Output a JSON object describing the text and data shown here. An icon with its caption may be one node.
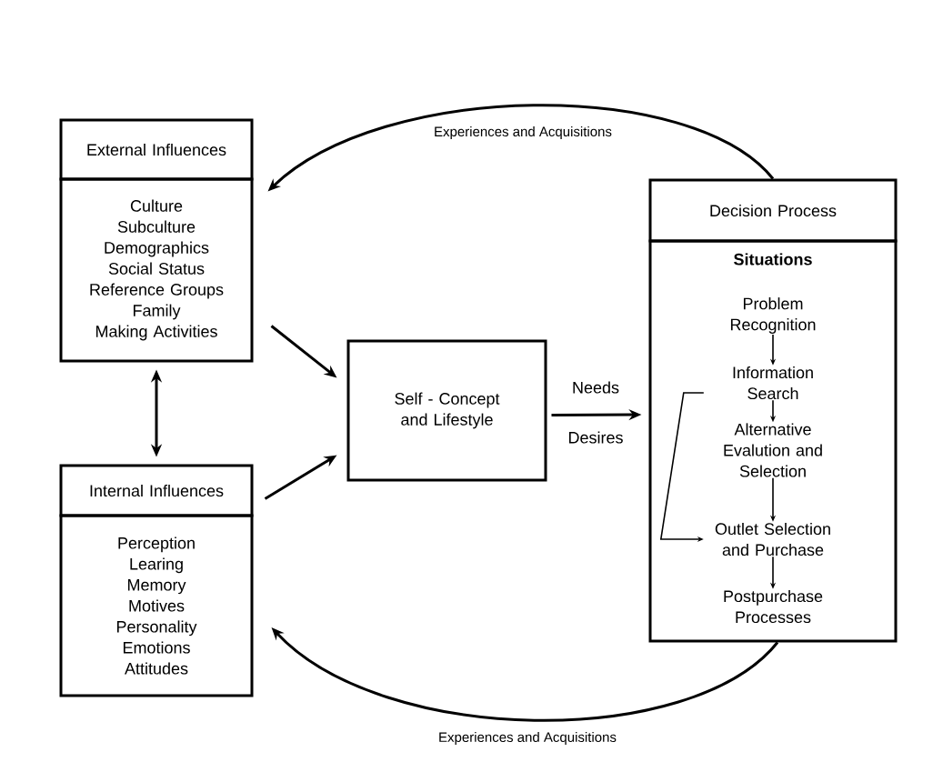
{
  "diagram": {
    "nodes": [
      {
        "text": [
          "External Influences"
        ]
      },
      {
        "text": [
          "Culture",
          "Subculture",
          "Demographics",
          "Social Status",
          "Reference Groups",
          "Family",
          "Making Activities"
        ]
      },
      {
        "text": [
          "Internal Influences"
        ]
      },
      {
        "text": [
          "Perception",
          "Learing",
          "Memory",
          "Motives",
          "Personality",
          "Emotions",
          "Attitudes"
        ]
      },
      {
        "text": [
          "Self - Concept and Lifestyle"
        ]
      },
      {
        "text": [
          "Decision Process"
        ]
      },
      {
        "text": [
          "Situations"
        ]
      },
      {
        "text": [
          "Problem Recognition"
        ],
        "in": 6
      },
      {
        "text": [
          "Information Search"
        ],
        "in": 6
      },
      {
        "text": [
          "Alternative Evalution and Selection"
        ],
        "in": 6
      },
      {
        "text": [
          "Outlet Selection and Purchase"
        ],
        "in": 6
      },
      {
        "text": [
          "Postpurchase Processes"
        ],
        "in": 6
      }
    ],
    "edges": [
      {
        "from": 1,
        "to": 4,
        "arrow": "to"
      },
      {
        "from": 2,
        "to": 4,
        "arrow": "to"
      },
      {
        "from": 1,
        "to": 2,
        "arrow": "both"
      },
      {
        "from": 4,
        "to": 6,
        "arrow": "to",
        "label": "Needs"
      },
      {
        "from": 5,
        "to": 1,
        "arrow": "to",
        "label": "Experiences and Acquisitions"
      },
      {
        "from": 6,
        "to": 3,
        "arrow": "to",
        "label": "Experiences and Acquisitions"
      },
      {
        "from": 7,
        "to": 8,
        "arrow": "to"
      },
      {
        "from": 8,
        "to": 9,
        "arrow": "to"
      },
      {
        "from": 9,
        "to": 10,
        "arrow": "to"
      },
      {
        "from": 10,
        "to": 11,
        "arrow": "to"
      },
      {
        "from": 8,
        "to": 10,
        "arrow": "to"
      }
    ],
    "labels": [
      "Desires"
    ]
  }
}
